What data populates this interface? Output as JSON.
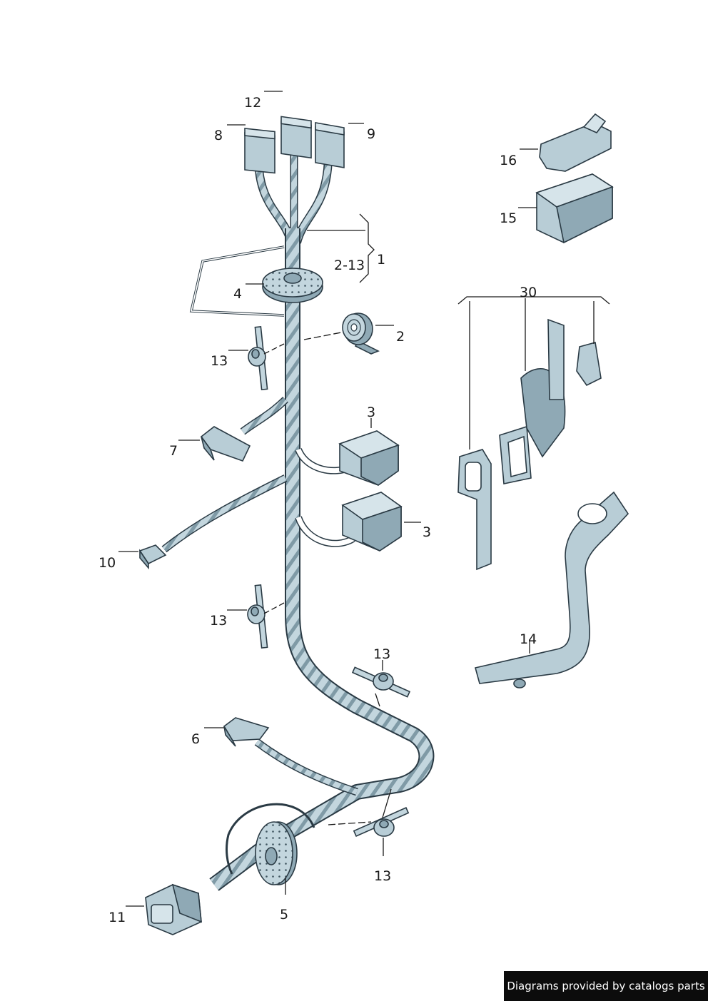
{
  "diagram": {
    "callouts": {
      "c1": "1",
      "c2_13": "2-13",
      "c2": "2",
      "c3a": "3",
      "c3b": "3",
      "c4": "4",
      "c5": "5",
      "c6": "6",
      "c7": "7",
      "c8": "8",
      "c9": "9",
      "c10": "10",
      "c11": "11",
      "c12": "12",
      "c13a": "13",
      "c13b": "13",
      "c13c": "13",
      "c13d": "13",
      "c14": "14",
      "c15": "15",
      "c16": "16",
      "c30": "30"
    },
    "colors": {
      "part_fill": "#b8cdd6",
      "part_shade": "#8fa9b5",
      "outline": "#2a3a44",
      "background": "#ffffff"
    }
  },
  "footer": {
    "credit": "Diagrams provided by catalogs parts"
  }
}
